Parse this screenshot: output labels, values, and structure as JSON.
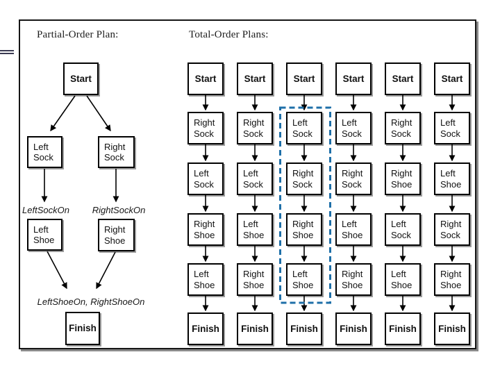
{
  "slide": {
    "partial_title": "Partial-Order Plan:",
    "total_title": "Total-Order Plans:"
  },
  "partial_order_plan": {
    "start": "Start",
    "finish": "Finish",
    "branches": [
      {
        "sock": "Left Sock",
        "shoe": "Left Shoe",
        "annotation": "LeftSockOn"
      },
      {
        "sock": "Right Sock",
        "shoe": "Right Shoe",
        "annotation": "RightSockOn"
      }
    ],
    "finish_annotation": "LeftShoeOn, RightShoeOn"
  },
  "total_order_plans": {
    "highlighted_plan_index": 2,
    "plans": [
      {
        "steps": [
          "Start",
          "Right Sock",
          "Left Sock",
          "Right Shoe",
          "Left Shoe",
          "Finish"
        ]
      },
      {
        "steps": [
          "Start",
          "Right Sock",
          "Left Sock",
          "Left Shoe",
          "Right Shoe",
          "Finish"
        ]
      },
      {
        "steps": [
          "Start",
          "Left Sock",
          "Right Sock",
          "Right Shoe",
          "Left Shoe",
          "Finish"
        ]
      },
      {
        "steps": [
          "Start",
          "Left Sock",
          "Right Sock",
          "Left Shoe",
          "Right Shoe",
          "Finish"
        ]
      },
      {
        "steps": [
          "Start",
          "Right Sock",
          "Right Shoe",
          "Left Sock",
          "Left Shoe",
          "Finish"
        ]
      },
      {
        "steps": [
          "Start",
          "Left Sock",
          "Left Shoe",
          "Right Sock",
          "Right Shoe",
          "Finish"
        ]
      }
    ]
  },
  "colors": {
    "highlight_dashed": "#1e6fa8",
    "box_border": "#000000",
    "frame_shadow": "#8a8a8a",
    "edge_mark": "#3a3a52"
  }
}
